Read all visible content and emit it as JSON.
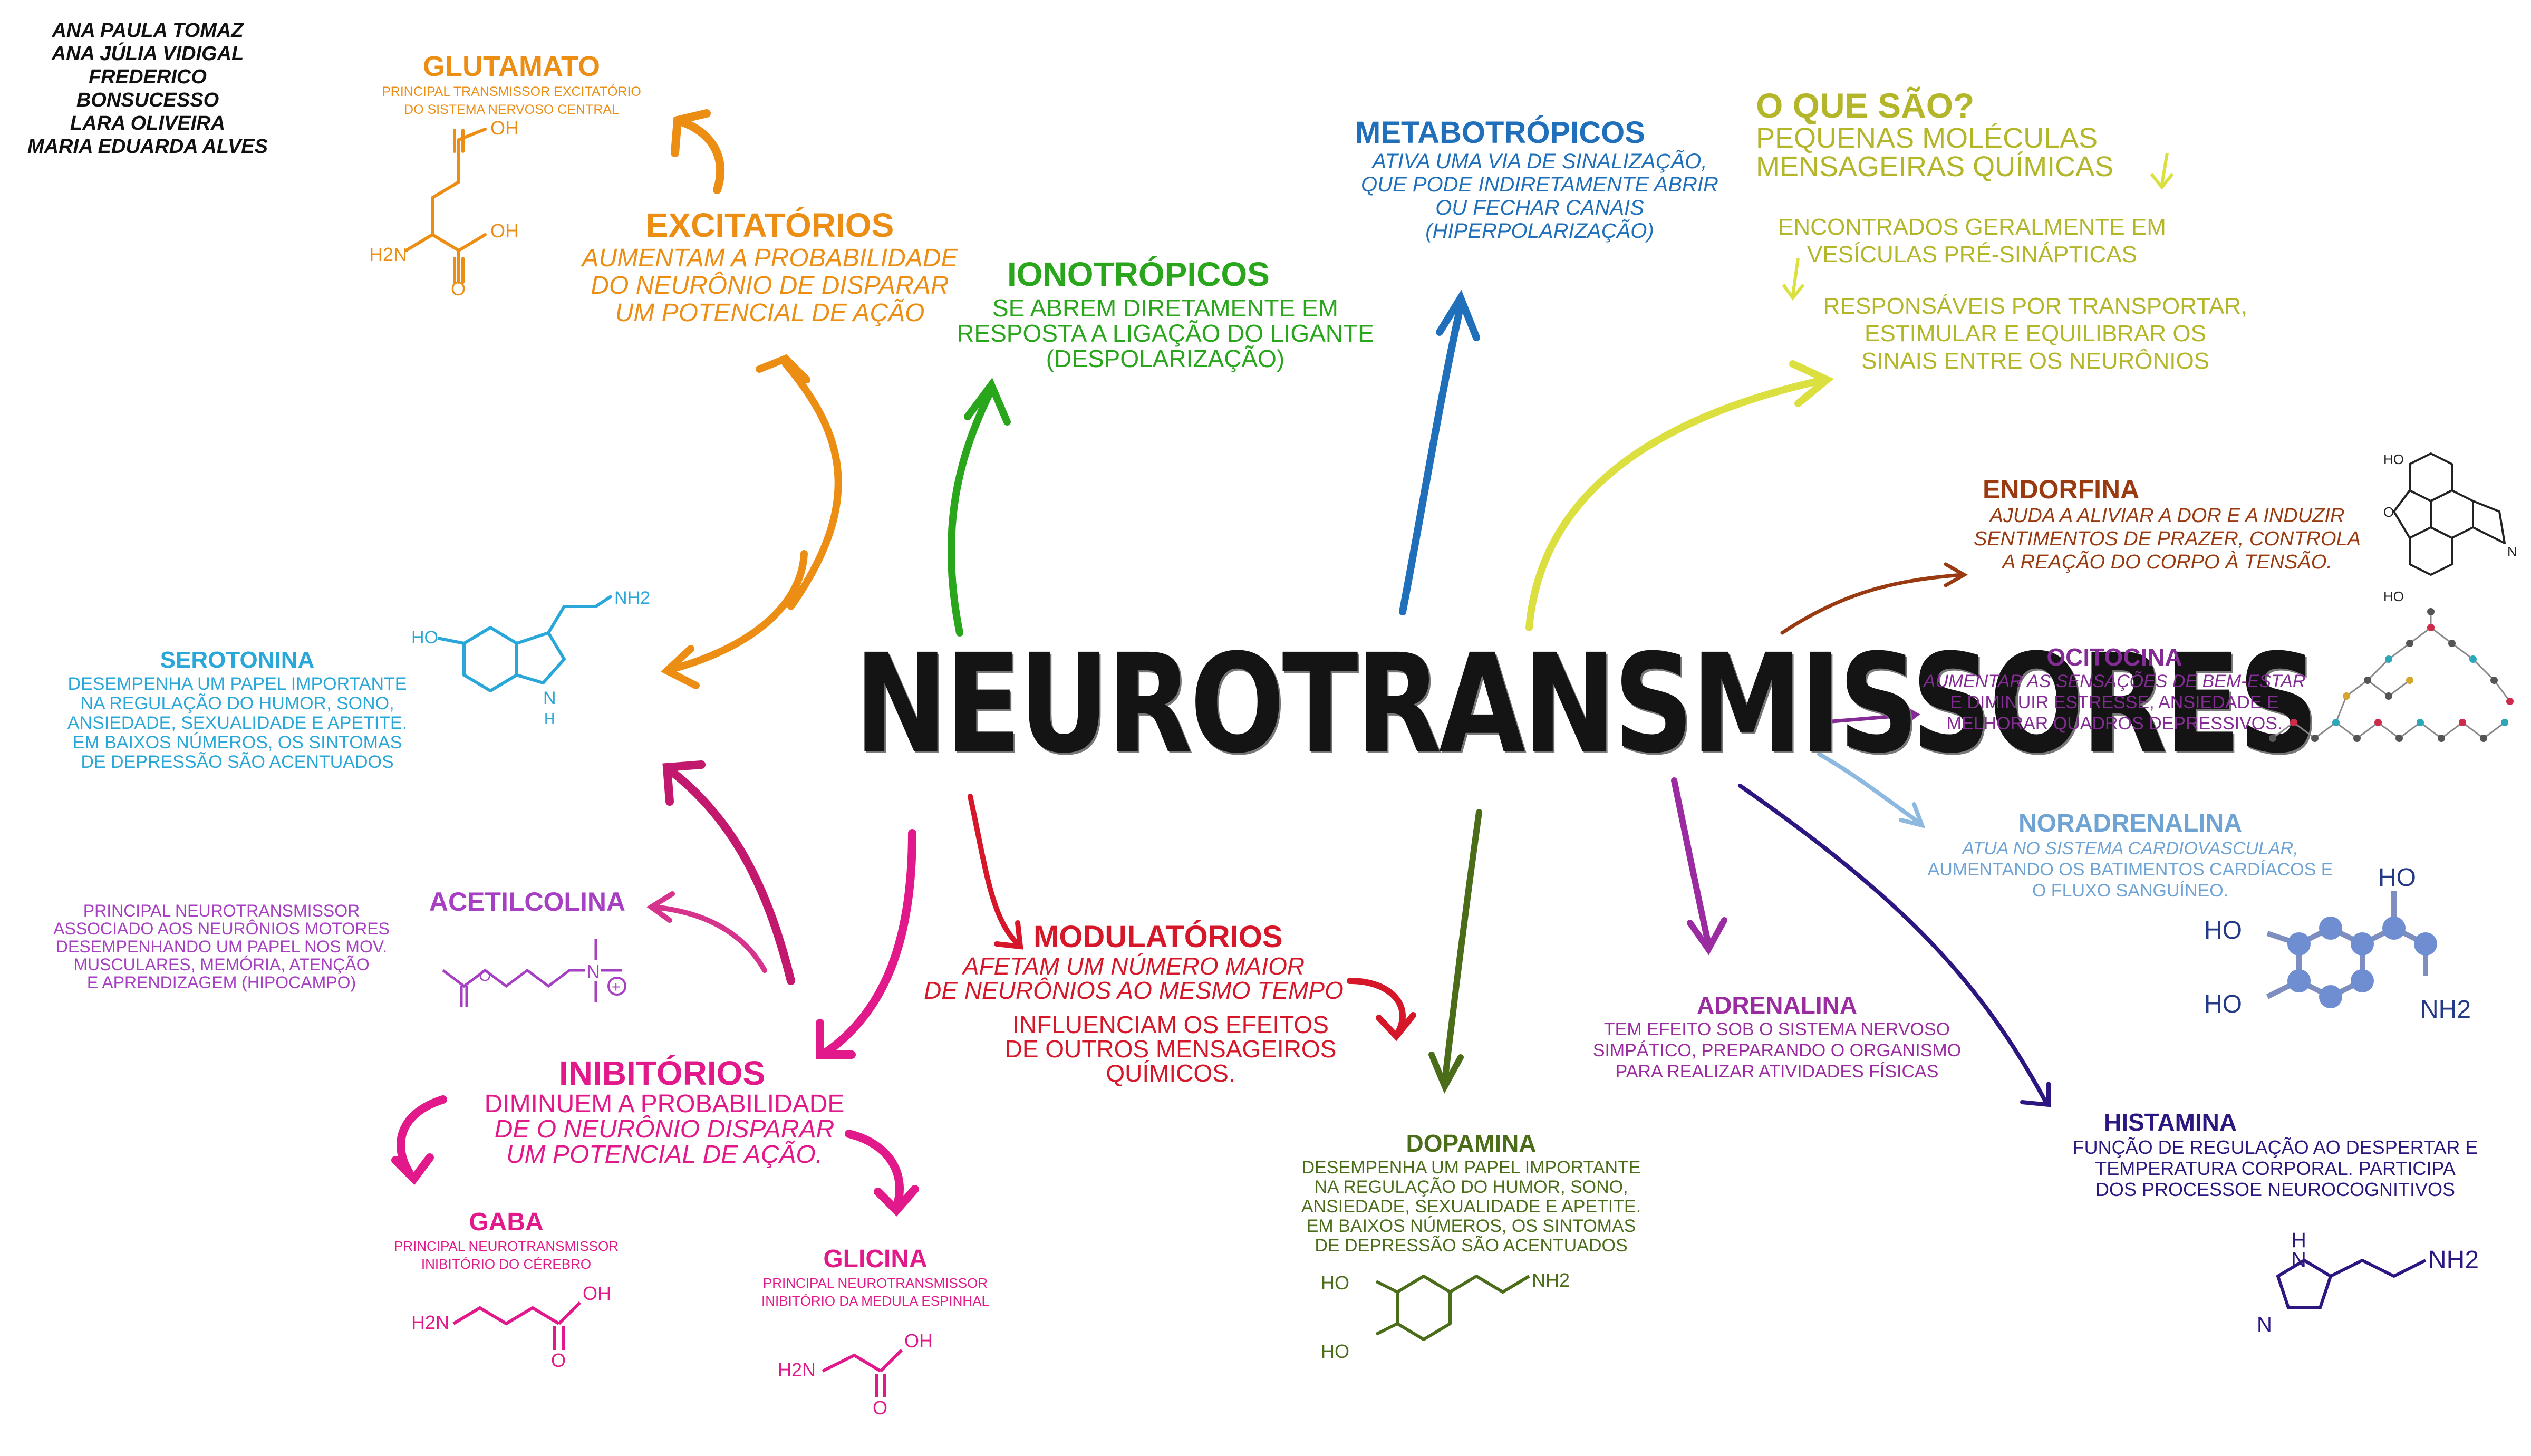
{
  "colors": {
    "excitatory": "#ec8d14",
    "ionotropic": "#2aa61c",
    "metabotropic": "#1f6fba",
    "what": "#b4b62a",
    "endorphin": "#9a3a10",
    "oxytocin": "#842b95",
    "noradrenaline": "#6ea3d4",
    "histamine": "#2e1680",
    "adrenaline": "#9b2ba0",
    "dopamine": "#4b6d1a",
    "modulatory": "#d6172a",
    "inhibitory": "#e2198a",
    "acetylcholine": "#a63fc2",
    "serotonin": "#2aa7d9",
    "gaba": "#e2198a",
    "glutamate": "#ec8d14"
  },
  "title": "NEUROTRANSMISSORES",
  "authors": [
    "ANA PAULA TOMAZ",
    "ANA JÚLIA VIDIGAL",
    "FREDERICO BONSUCESSO",
    "LARA OLIVEIRA",
    "MARIA EDUARDA ALVES"
  ],
  "glutamato": {
    "heading": "GLUTAMATO",
    "lines": [
      "PRINCIPAL TRANSMISSOR EXCITATÓRIO",
      "DO SISTEMA NERVOSO CENTRAL"
    ]
  },
  "excitatorios": {
    "heading": "EXCITATÓRIOS",
    "lines": [
      "AUMENTAM A PROBABILIDADE",
      "DO NEURÔNIO DE DISPARAR",
      "UM POTENCIAL DE AÇÃO"
    ]
  },
  "ionotropicos": {
    "heading": "IONOTRÓPICOS",
    "lines": [
      "SE ABREM DIRETAMENTE EM",
      "RESPOSTA A LIGAÇÃO DO LIGANTE",
      "(DESPOLARIZAÇÃO)"
    ]
  },
  "metabotropicos": {
    "heading": "METABOTRÓPICOS",
    "lines": [
      "ATIVA UMA VIA DE SINALIZAÇÃO,",
      "QUE PODE INDIRETAMENTE ABRIR",
      "OU FECHAR CANAIS",
      "(HIPERPOLARIZAÇÃO)"
    ]
  },
  "oque": {
    "heading": "O QUE SÃO?",
    "lines": [
      "PEQUENAS MOLÉCULAS",
      "MENSAGEIRAS QUÍMICAS"
    ],
    "found": [
      "ENCONTRADOS GERALMENTE EM",
      "VESÍCULAS PRÉ-SINÁPTICAS"
    ],
    "resp": [
      "RESPONSÁVEIS POR TRANSPORTAR,",
      "ESTIMULAR E EQUILIBRAR OS",
      "SINAIS ENTRE OS NEURÔNIOS"
    ]
  },
  "endorfina": {
    "heading": "ENDORFINA",
    "lines": [
      "AJUDA A ALIVIAR A DOR E A INDUZIR",
      "SENTIMENTOS DE PRAZER, CONTROLA",
      "A REAÇÃO DO CORPO À TENSÃO."
    ]
  },
  "ocitocina": {
    "heading": "OCITOCINA",
    "lines": [
      "AUMENTAR AS SENSAÇÕES DE BEM-ESTAR",
      "E DIMINUIR ESTRESSE, ANSIEDADE E",
      "MELHORAR QUADROS DEPRESSIVOS."
    ]
  },
  "noradrenalina": {
    "heading": "NORADRENALINA",
    "lines": [
      "ATUA NO SISTEMA CARDIOVASCULAR,",
      "AUMENTANDO OS BATIMENTOS CARDÍACOS E",
      "O FLUXO SANGUÍNEO."
    ]
  },
  "adrenalina": {
    "heading": "ADRENALINA",
    "lines": [
      "TEM EFEITO SOB O SISTEMA NERVOSO",
      "SIMPÁTICO, PREPARANDO O ORGANISMO",
      "PARA REALIZAR ATIVIDADES FÍSICAS"
    ]
  },
  "histamina": {
    "heading": "HISTAMINA",
    "lines": [
      "FUNÇÃO DE REGULAÇÃO AO DESPERTAR E",
      "TEMPERATURA CORPORAL. PARTICIPA",
      "DOS PROCESSOE NEUROCOGNITIVOS"
    ]
  },
  "dopamina": {
    "heading": "DOPAMINA",
    "lines": [
      "DESEMPENHA UM PAPEL IMPORTANTE",
      "NA REGULAÇÃO DO HUMOR, SONO,",
      "ANSIEDADE, SEXUALIDADE E APETITE.",
      "EM BAIXOS NÚMEROS, OS SINTOMAS",
      "DE DEPRESSÃO SÃO ACENTUADOS"
    ]
  },
  "modulatorios": {
    "heading": "MODULATÓRIOS",
    "lines": [
      "AFETAM UM NÚMERO MAIOR",
      "DE NEURÔNIOS AO MESMO TEMPO"
    ],
    "lines2": [
      "INFLUENCIAM OS EFEITOS",
      "DE OUTROS MENSAGEIROS",
      "QUÍMICOS."
    ]
  },
  "inibitorios": {
    "heading": "INIBITÓRIOS",
    "lines": [
      "DIMINUEM A PROBABILIDADE",
      "DE O NEURÔNIO DISPARAR",
      "UM POTENCIAL DE AÇÃO."
    ]
  },
  "gaba": {
    "heading": "GABA",
    "lines": [
      "PRINCIPAL NEUROTRANSMISSOR",
      "INIBITÓRIO DO CÉREBRO"
    ]
  },
  "glicina": {
    "heading": "GLICINA",
    "lines": [
      "PRINCIPAL NEUROTRANSMISSOR",
      "INIBITÓRIO DA MEDULA ESPINHAL"
    ]
  },
  "acetilcolina": {
    "heading": "ACETILCOLINA",
    "lines": [
      "PRINCIPAL NEUROTRANSMISSOR",
      "ASSOCIADO AOS NEURÔNIOS MOTORES",
      "DESEMPENHANDO UM PAPEL NOS MOV.",
      "MUSCULARES, MEMÓRIA, ATENÇÃO",
      "E APRENDIZAGEM (HIPOCAMPO)"
    ]
  },
  "serotonina": {
    "heading": "SEROTONINA",
    "lines": [
      "DESEMPENHA UM PAPEL IMPORTANTE",
      "NA REGULAÇÃO DO HUMOR, SONO,",
      "ANSIEDADE, SEXUALIDADE E APETITE.",
      "EM BAIXOS NÚMEROS, OS SINTOMAS",
      "DE DEPRESSÃO SÃO ACENTUADOS"
    ]
  },
  "chem": {
    "oh": "OH",
    "ho": "HO",
    "nh2": "NH2",
    "h2n": "H2N",
    "o": "O",
    "h": "H",
    "n": "N",
    "nplus": "N",
    "plus": "+"
  }
}
